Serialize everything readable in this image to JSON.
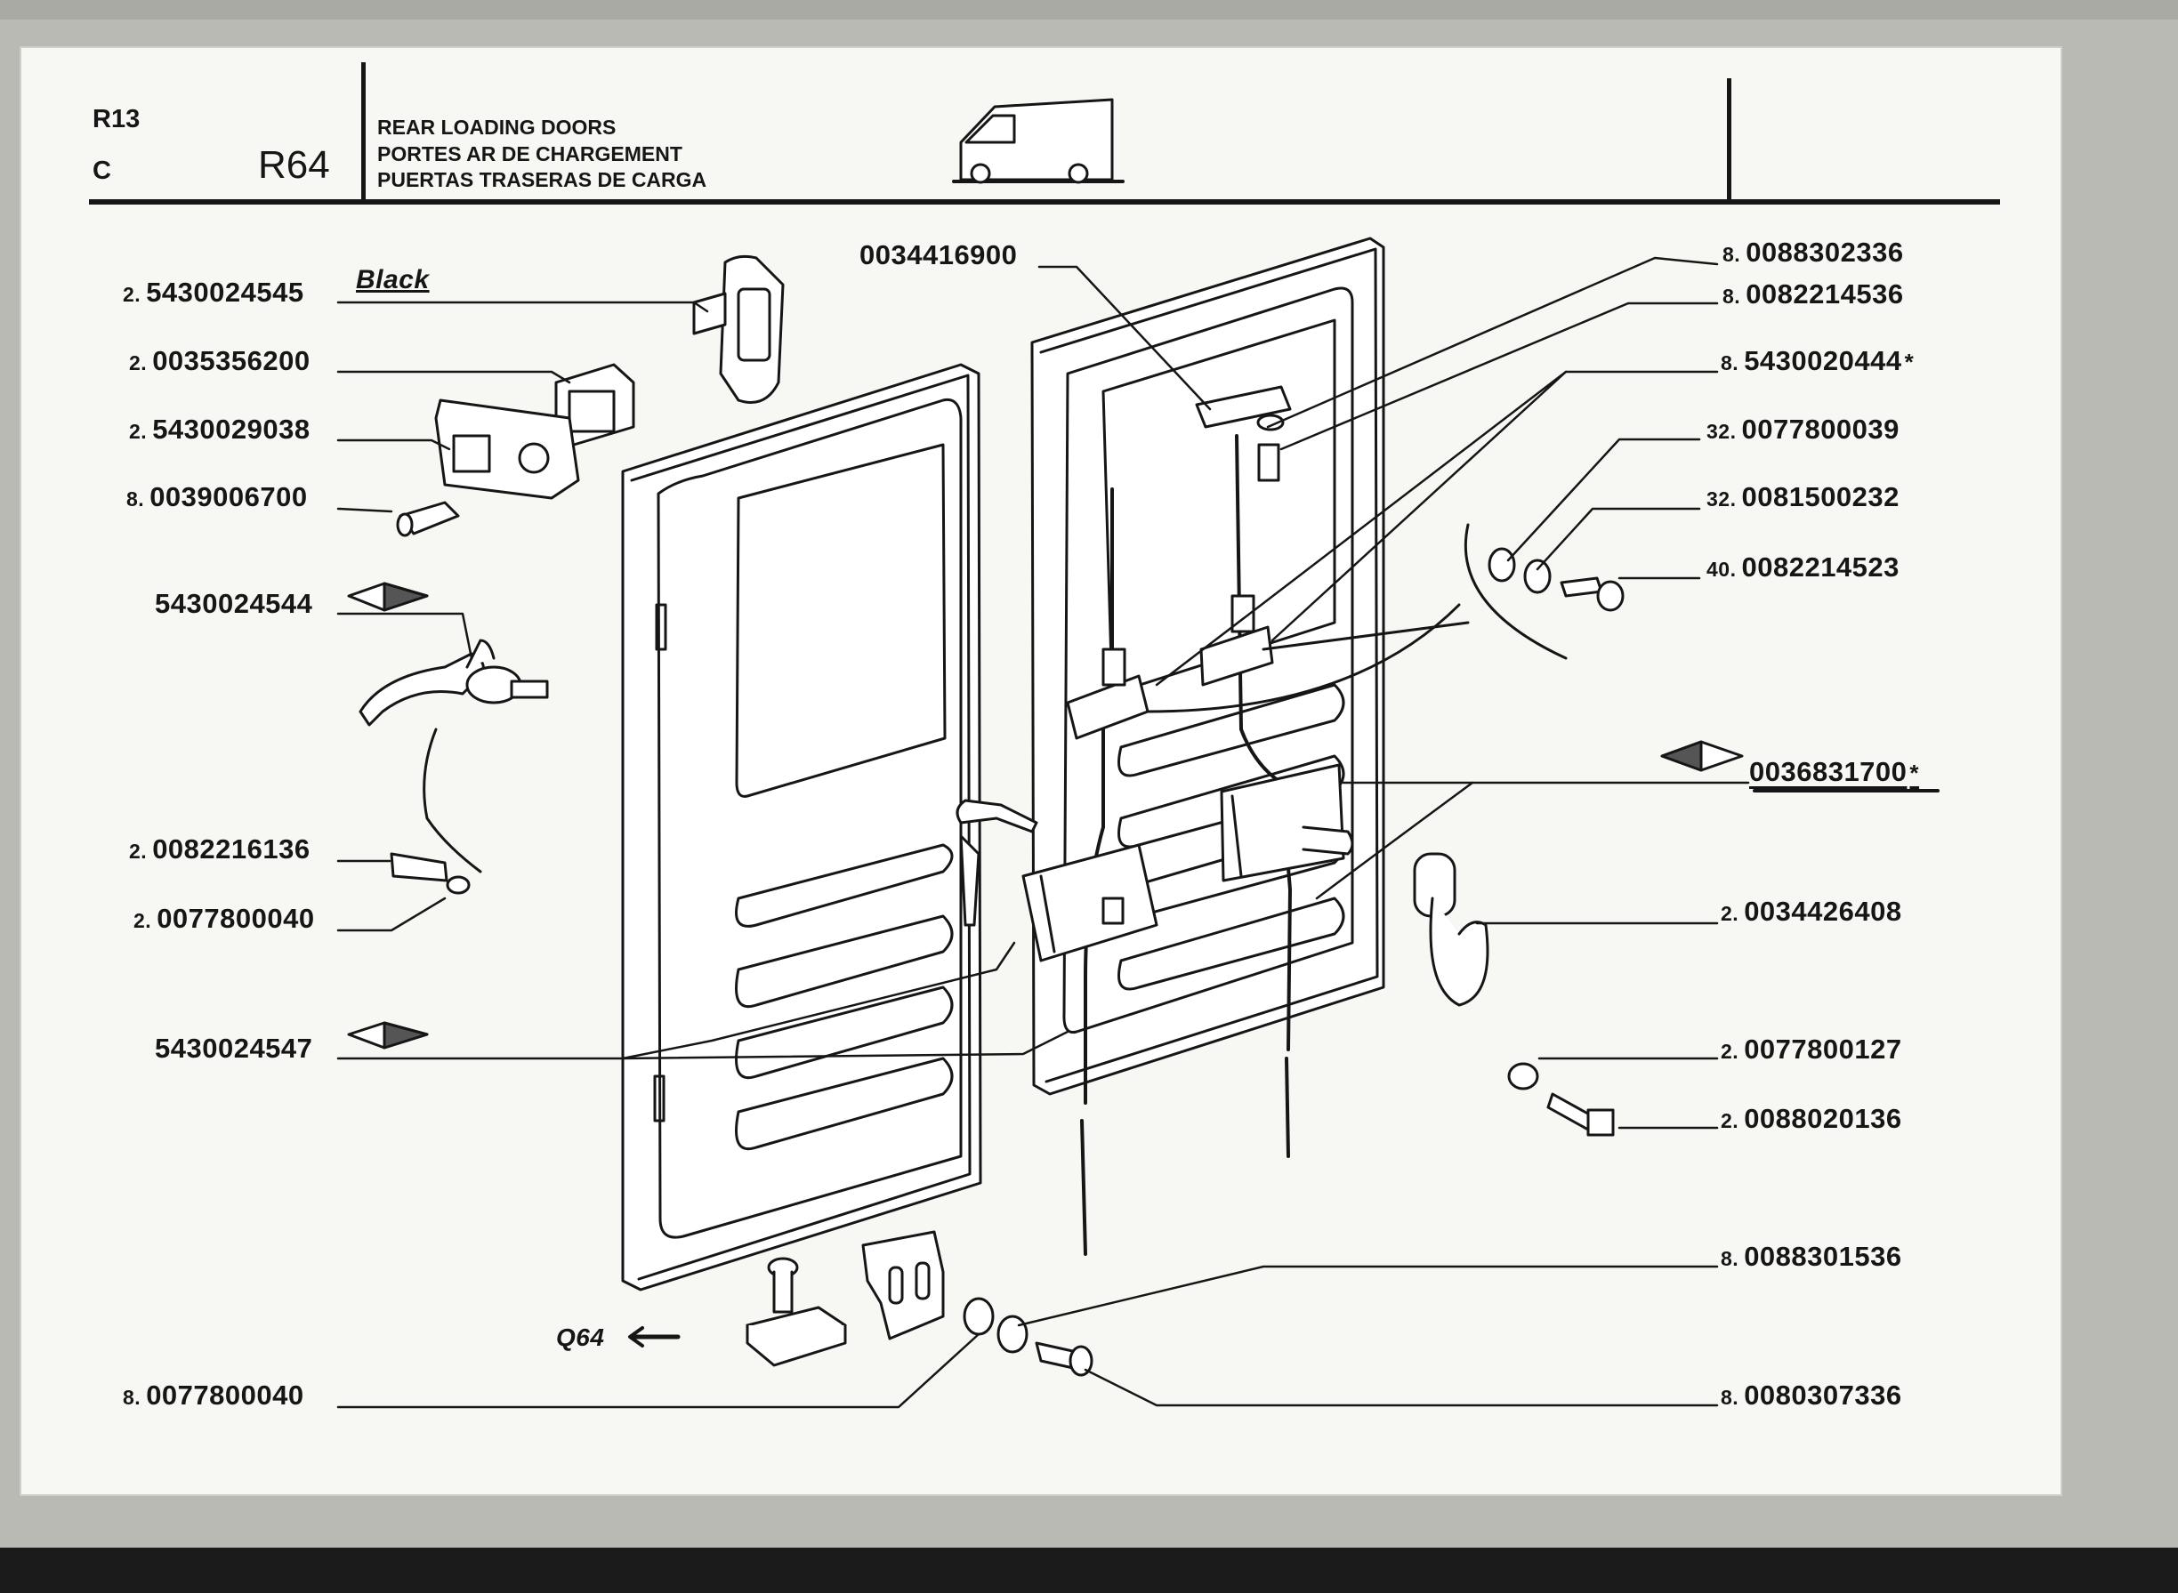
{
  "header": {
    "model": "R13",
    "section": "C",
    "page_code": "R64",
    "titles": [
      "REAR LOADING DOORS",
      "PORTES AR DE CHARGEMENT",
      "PUERTAS TRASERAS DE CARGA"
    ]
  },
  "labels_left": [
    {
      "qty": "2.",
      "part": "5430024545",
      "note": "Black"
    },
    {
      "qty": "2.",
      "part": "0035356200"
    },
    {
      "qty": "2.",
      "part": "5430029038"
    },
    {
      "qty": "8.",
      "part": "0039006700"
    },
    {
      "qty": "",
      "part": "5430024544"
    },
    {
      "qty": "2.",
      "part": "0082216136"
    },
    {
      "qty": "2.",
      "part": "0077800040"
    },
    {
      "qty": "",
      "part": "5430024547"
    },
    {
      "qty": "8.",
      "part": "0077800040"
    }
  ],
  "label_top": {
    "part": "0034416900"
  },
  "labels_right": [
    {
      "qty": "8.",
      "part": "0088302336"
    },
    {
      "qty": "8.",
      "part": "0082214536"
    },
    {
      "qty": "8.",
      "part": "5430020444",
      "mark": "*"
    },
    {
      "qty": "32.",
      "part": "0077800039"
    },
    {
      "qty": "32.",
      "part": "0081500232"
    },
    {
      "qty": "40.",
      "part": "0082214523"
    },
    {
      "qty": "",
      "part": "0036831700",
      "mark": "*"
    },
    {
      "qty": "2.",
      "part": "0034426408"
    },
    {
      "qty": "2.",
      "part": "0077800127"
    },
    {
      "qty": "2.",
      "part": "0088020136"
    },
    {
      "qty": "8.",
      "part": "0088301536"
    },
    {
      "qty": "8.",
      "part": "0080307336"
    }
  ],
  "ref_link": "Q64",
  "colors": {
    "ink": "#161616",
    "paper": "#f7f7f4",
    "frame": "#b9bab4"
  }
}
